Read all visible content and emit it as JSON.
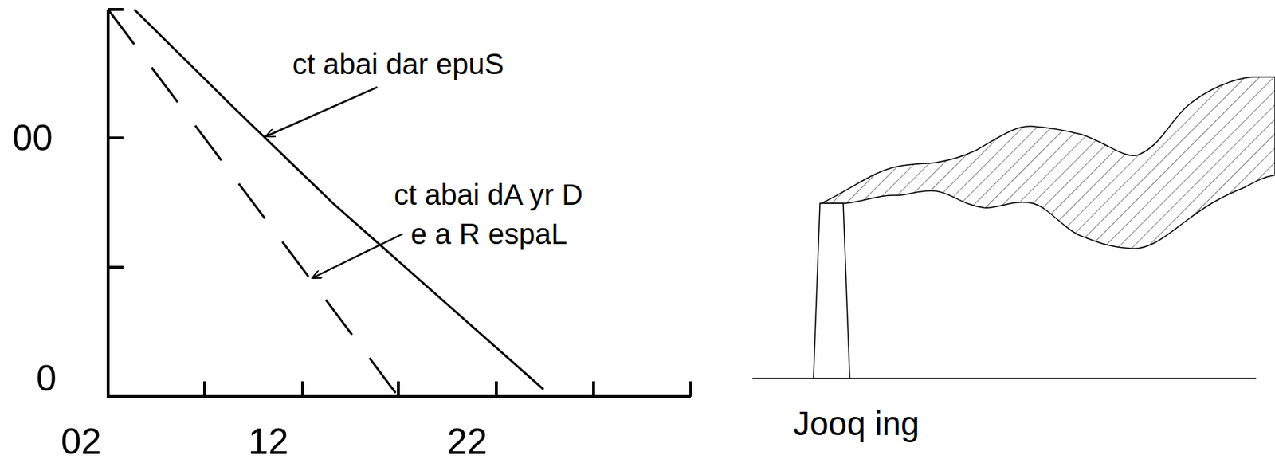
{
  "diagram": {
    "labels": [
      "00",
      "0",
      "02",
      "12",
      "22",
      "ct abai dar epuS",
      "ct abai dA yr D",
      "e a R espaL",
      "Jooq ing"
    ]
  }
}
